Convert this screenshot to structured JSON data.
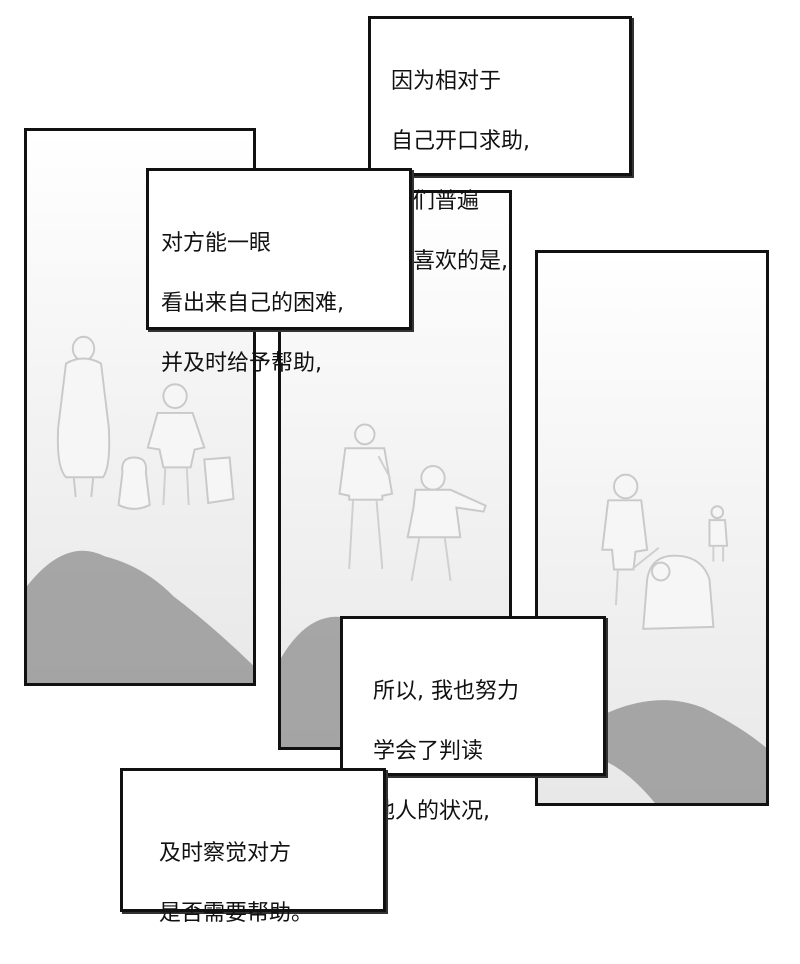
{
  "captions": {
    "caption1": {
      "lines": [
        "因为相对于",
        "自己开口求助,",
        "人们普遍",
        "更喜欢的是,"
      ]
    },
    "caption2": {
      "lines": [
        "对方能一眼",
        "看出来自己的困难,",
        "并及时给予帮助,"
      ]
    },
    "caption3": {
      "lines": [
        "所以, 我也努力",
        "学会了判读",
        "他人的状况,"
      ]
    },
    "caption4": {
      "lines": [
        "及时察觉对方",
        "是否需要帮助。"
      ]
    }
  },
  "panels": [
    {
      "scene": "child-with-shopping-bags-beside-adult-silhouette"
    },
    {
      "scene": "child-pointing-beside-standing-adult"
    },
    {
      "scene": "adult-kicking-crouched-figures"
    }
  ],
  "colors": {
    "ink": "#111111",
    "paper": "#ffffff",
    "tone": "#8e8e8e"
  }
}
